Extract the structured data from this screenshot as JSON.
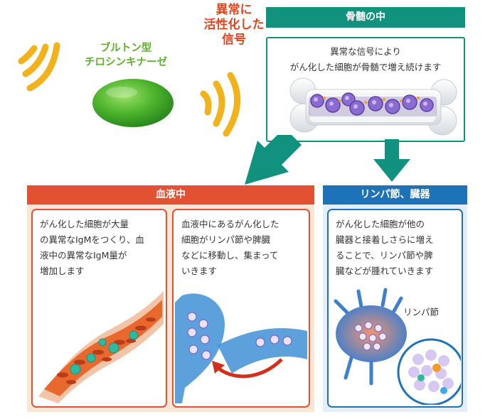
{
  "colors": {
    "teal": "#10927e",
    "blood_red": "#e25131",
    "lymph_blue": "#1e72b8",
    "wave_yellow": "#f2b21c",
    "kinase_green": "#5fae2c",
    "signal_red": "#e2451f"
  },
  "kinase": {
    "label_line1": "ブルトン型",
    "label_line2": "チロシンキナーゼ"
  },
  "signal": {
    "line1": "異常に",
    "line2": "活性化した",
    "line3": "信号"
  },
  "marrow": {
    "header": "骨髄の中",
    "text_line1": "異常な信号により",
    "text_line2": "がん化した細胞が骨髄で増え続けます"
  },
  "blood": {
    "header": "血液中",
    "panel_a": {
      "line1": "がん化した細胞が大量",
      "line2": "の異常なIgMをつくり、血",
      "line3": "液中の異常なIgM量が",
      "line4": "増加します"
    },
    "panel_b": {
      "line1": "血液中にあるがん化した",
      "line2": "細胞がリンパ節や脾臓",
      "line3": "などに移動し、集まって",
      "line4": "いきます"
    }
  },
  "lymph": {
    "header": "リンパ節、臓器",
    "panel": {
      "line1": "がん化した細胞が他の",
      "line2": "臓器と接着しさらに増え",
      "line3": "ることで、リンパ節や脾",
      "line4": "臓などが腫れていきます"
    },
    "node_label": "リンパ節"
  }
}
